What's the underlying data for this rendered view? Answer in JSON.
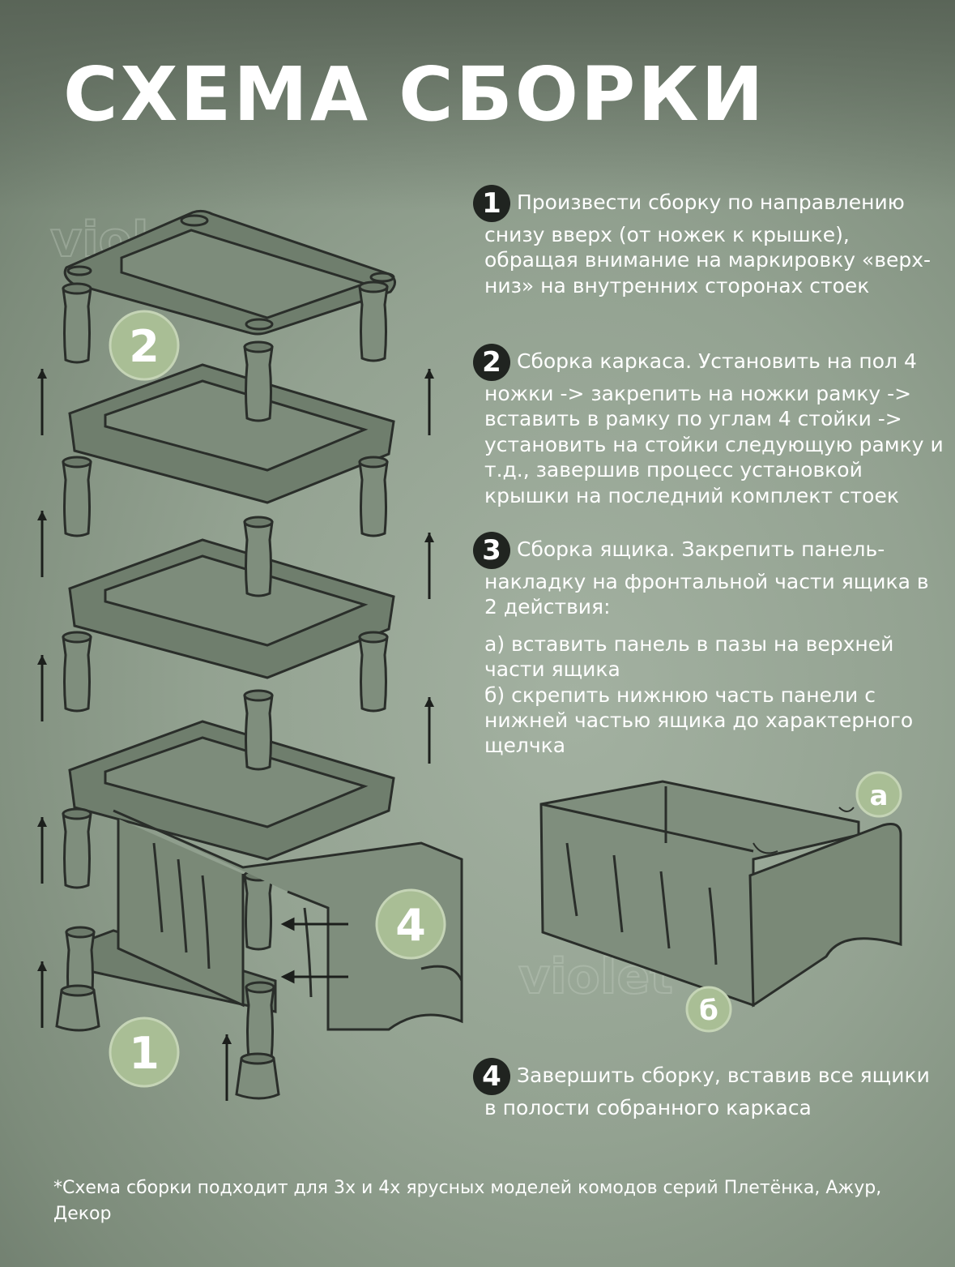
{
  "title": "СХЕМА СБОРКИ",
  "watermark": "violet",
  "steps": [
    {
      "number": "1",
      "text": "Произвести сборку по направлению снизу вверх (от ножек к крышке), обращая внимание на маркировку «верх-низ» на внутренних сторонах стоек"
    },
    {
      "number": "2",
      "text": "Сборка каркаса. Установить на пол 4 ножки -> закрепить на ножки рамку -> вставить в рамку по углам 4 стойки -> установить на стойки следующую рамку и т.д., завершив процесс установкой крышки на последний комплект стоек"
    },
    {
      "number": "3",
      "text": "Сборка ящика. Закрепить панель-накладку  на фронтальной части ящика в 2 действия:",
      "sub_a": "а) вставить панель в пазы на верхней части ящика",
      "sub_b": "б) скрепить нижнюю часть панели с нижней частью ящика до характерного щелчка"
    },
    {
      "number": "4",
      "text": "Завершить сборку, вставив все ящики в полости собранного каркаса"
    }
  ],
  "diagram_badges": {
    "frame_top": "2",
    "frame_bottom": "1",
    "drawer_insert": "4",
    "panel_a": "а",
    "panel_b": "б"
  },
  "footnote": "*Схема сборки подходит для 3х и 4х ярусных моделей комодов серий Плетёнка, Ажур, Декор",
  "colors": {
    "background": "#93a291",
    "badge": "#a9be95",
    "number_circle": "#202420",
    "line_art": "#2a2e2a",
    "text": "#ffffff"
  }
}
